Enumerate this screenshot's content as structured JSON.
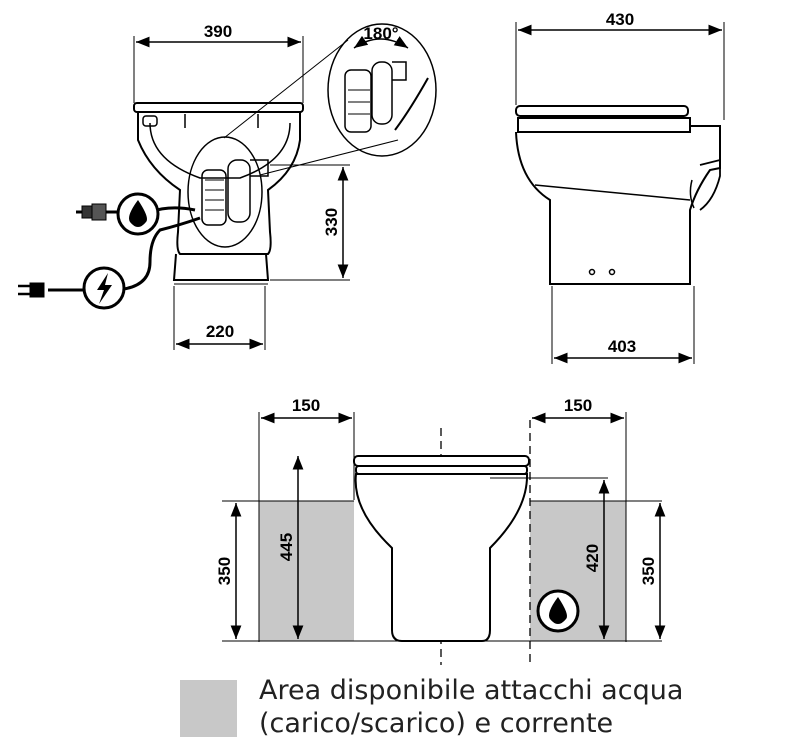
{
  "dimensions": {
    "top_width": "390",
    "bowl_length": "430",
    "rotation_angle": "180°",
    "pedestal_height": "330",
    "base_width": "220",
    "base_depth": "403",
    "left_zone_width": "150",
    "right_zone_width": "150",
    "left_zone_height": "350",
    "left_inlet_height": "445",
    "right_inlet_height": "420",
    "right_zone_height": "350"
  },
  "icons": {
    "water": "water-drop-icon",
    "power": "lightning-bolt-icon",
    "plug": "electric-plug-icon",
    "connector": "hose-connector-icon"
  },
  "legend": {
    "line1": "Area disponibile attacchi acqua",
    "line2": "(carico/scarico) e corrente",
    "swatch_color": "#c8c8c8"
  },
  "colors": {
    "line": "#000000",
    "zone_fill": "#c8c8c8"
  }
}
